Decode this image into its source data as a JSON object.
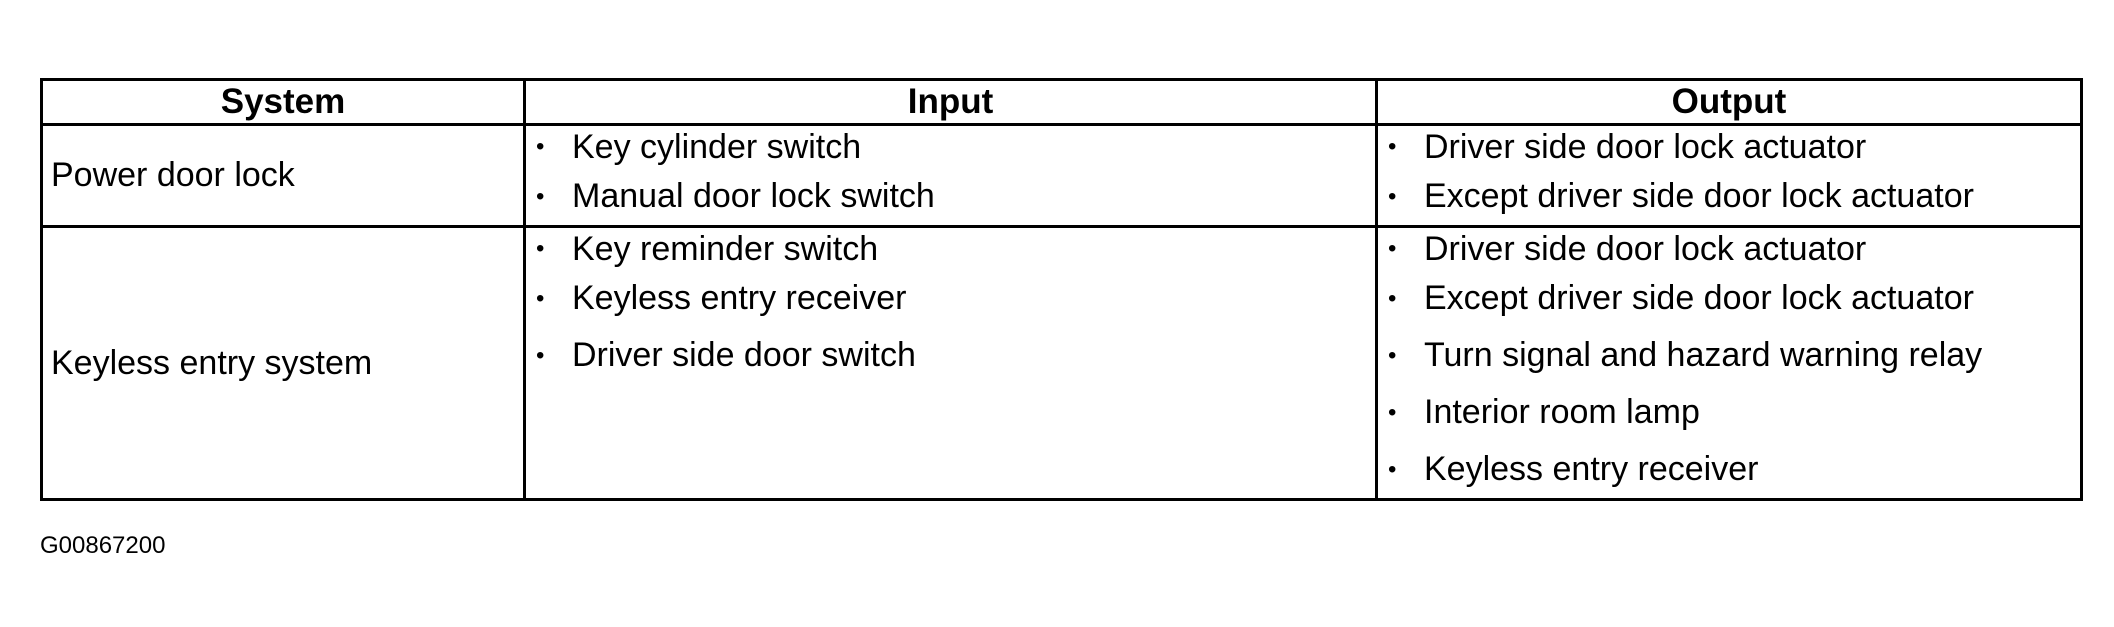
{
  "table": {
    "headers": {
      "system": "System",
      "input": "Input",
      "output": "Output"
    },
    "rows": [
      {
        "system": "Power door lock",
        "inputs": [
          "Key cylinder switch",
          "Manual door lock switch"
        ],
        "outputs": [
          "Driver side door lock actuator",
          "Except driver side door lock actuator"
        ]
      },
      {
        "system": "Keyless entry system",
        "inputs": [
          "Key reminder switch",
          "Keyless entry receiver",
          "Driver side door switch"
        ],
        "outputs": [
          "Driver side door lock actuator",
          "Except driver side door lock actuator",
          "Turn signal and hazard warning relay",
          "Interior room lamp",
          "Keyless entry receiver"
        ]
      }
    ]
  },
  "bullet_symbol": "•",
  "figure_code": "G00867200"
}
